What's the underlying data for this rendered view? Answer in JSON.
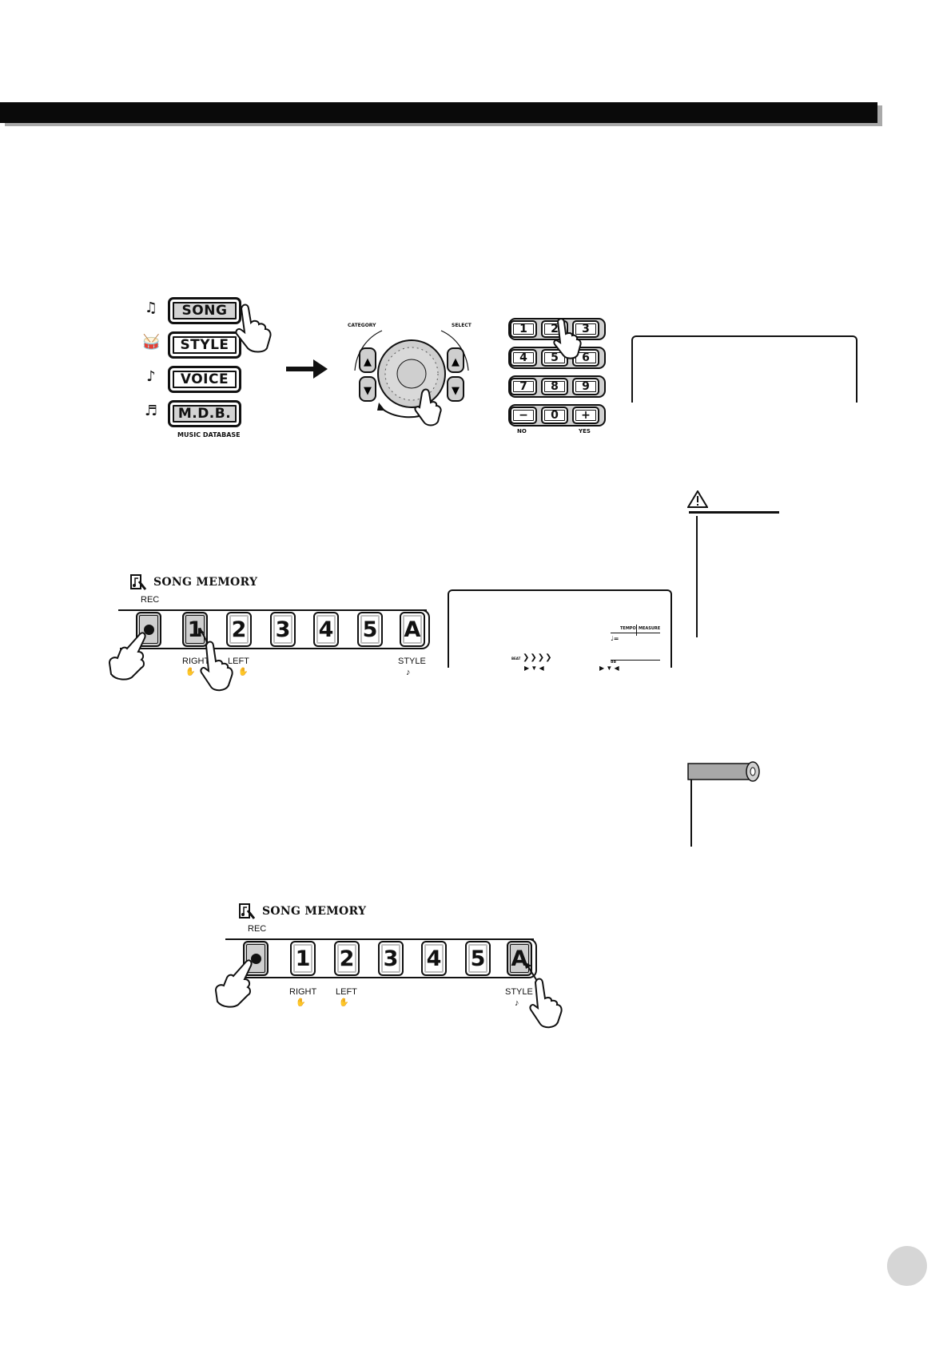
{
  "mode_buttons": [
    "SONG",
    "STYLE",
    "VOICE",
    "M.D.B."
  ],
  "music_database_label": "MUSIC DATABASE",
  "dial": {
    "category_label": "CATEGORY",
    "select_label": "SELECT"
  },
  "keypad": {
    "row1": [
      "1",
      "2",
      "3"
    ],
    "row2": [
      "4",
      "5",
      "6"
    ],
    "row3": [
      "7",
      "8",
      "9"
    ],
    "row4": [
      "−",
      "0",
      "+"
    ],
    "no_label": "NO",
    "yes_label": "YES"
  },
  "lcd2": {
    "tempo_label": "TEMPO",
    "measure_label": "MEASURE",
    "tempo_note": "♩=",
    "beat_label": "BEAT",
    "measure_value": "88"
  },
  "song_memory": {
    "title": "SONG MEMORY",
    "rec_label": "REC",
    "tracks": [
      "1",
      "2",
      "3",
      "4",
      "5",
      "A"
    ],
    "right_label": "RIGHT",
    "left_label": "LEFT",
    "style_label": "STYLE"
  }
}
